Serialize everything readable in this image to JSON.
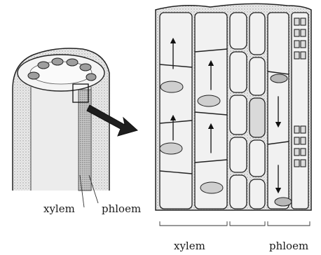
{
  "labels": {
    "stem_xylem": "xylem",
    "stem_phloem": "phloem",
    "detail_xylem": "xylem",
    "detail_phloem": "phloem"
  },
  "icons": {
    "zoom_arrow": "zoom-arrow-icon",
    "up_arrow": "up-arrow-icon",
    "down_arrow": "down-arrow-icon"
  },
  "colors": {
    "ink": "#222222",
    "shade": "#cfcfcf",
    "cell_fill": "#f1f1f1",
    "background": "#ffffff"
  }
}
